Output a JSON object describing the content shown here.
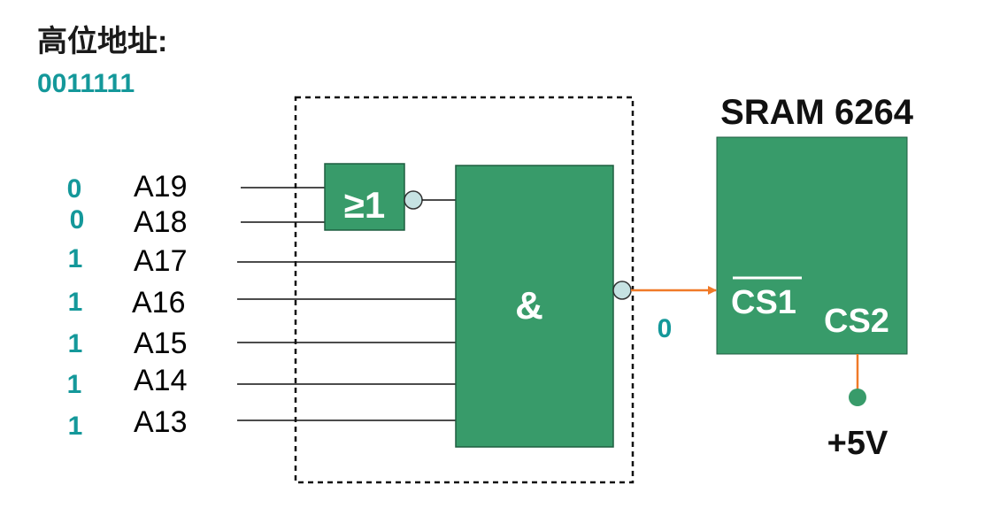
{
  "header": {
    "title": "高位地址:",
    "bits": "0011111"
  },
  "address_lines": [
    {
      "bit": "0",
      "name": "A19"
    },
    {
      "bit": "0",
      "name": "A18"
    },
    {
      "bit": "1",
      "name": "A17"
    },
    {
      "bit": "1",
      "name": "A16"
    },
    {
      "bit": "1",
      "name": "A15"
    },
    {
      "bit": "1",
      "name": "A14"
    },
    {
      "bit": "1",
      "name": "A13"
    }
  ],
  "or_gate": {
    "symbol": "≥1"
  },
  "and_gate": {
    "symbol": "&"
  },
  "output_value": "0",
  "chip": {
    "title": "SRAM 6264",
    "cs1_label": "CS1",
    "cs2_label": "CS2"
  },
  "power": {
    "label": "+5V"
  },
  "colors": {
    "gate_fill": "#389b6a",
    "teal_text": "#14989a",
    "signal_arrow": "#f07a28",
    "bubble_fill": "#c6e2e2"
  }
}
